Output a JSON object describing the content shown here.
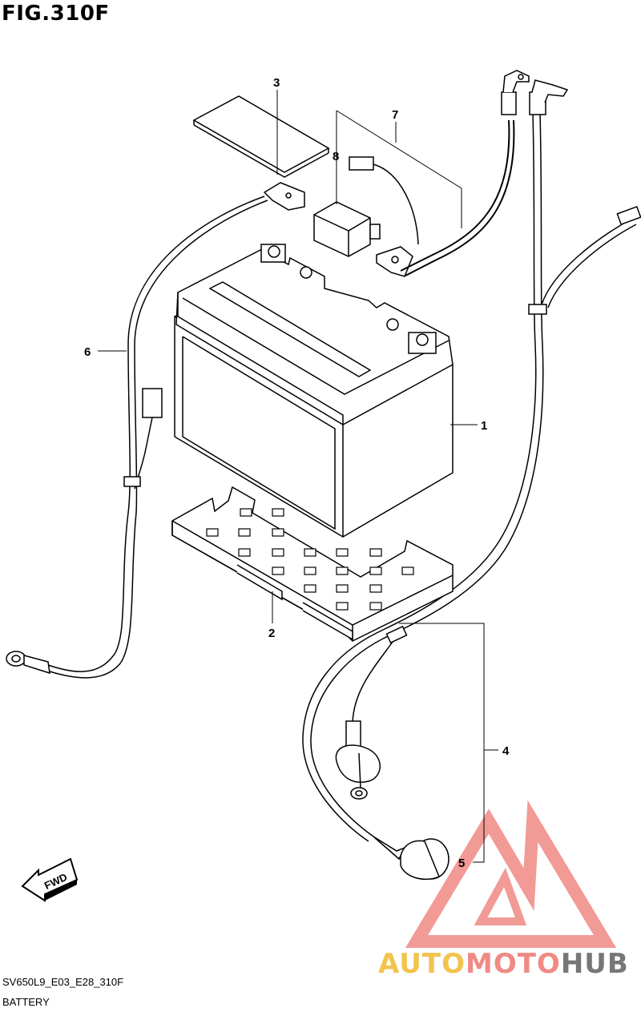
{
  "figure": {
    "title": "FIG.310F",
    "code": "SV650L9_E03_E28_310F",
    "name": "BATTERY"
  },
  "callouts": [
    {
      "id": "1",
      "text": "1"
    },
    {
      "id": "2",
      "text": "2"
    },
    {
      "id": "3",
      "text": "3"
    },
    {
      "id": "4",
      "text": "4"
    },
    {
      "id": "5",
      "text": "5"
    },
    {
      "id": "6",
      "text": "6"
    },
    {
      "id": "7",
      "text": "7"
    },
    {
      "id": "8",
      "text": "8"
    }
  ],
  "fwd_arrow": {
    "label": "FWD"
  },
  "watermark": {
    "part1": "AUTO",
    "part2": "MOTO",
    "part3": "HUB",
    "colors": {
      "part1": "#f2c44d",
      "part2": "#f08a84",
      "part3": "#777777",
      "logo": "#f08a84"
    }
  }
}
